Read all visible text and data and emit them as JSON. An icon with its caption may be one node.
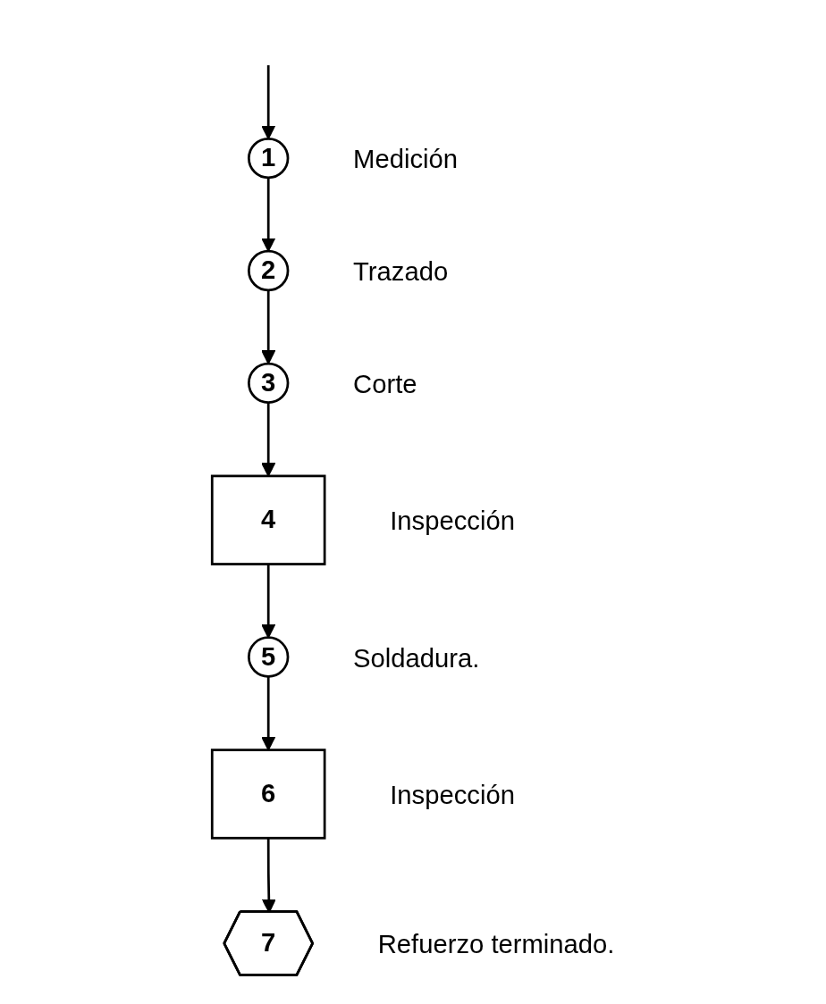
{
  "diagram": {
    "nodes": [
      {
        "text": [
          "1"
        ],
        "beside": [
          "Medición"
        ]
      },
      {
        "text": [
          "2"
        ],
        "beside": [
          "Trazado"
        ]
      },
      {
        "text": [
          "3"
        ],
        "beside": [
          "Corte"
        ]
      },
      {
        "text": [
          "4"
        ],
        "beside": [
          "Inspección"
        ]
      },
      {
        "text": [
          "5"
        ],
        "beside": [
          "Soldadura."
        ]
      },
      {
        "text": [
          "6"
        ],
        "beside": [
          "Inspección"
        ]
      },
      {
        "text": [
          "7"
        ],
        "beside": [
          "Refuerzo terminado."
        ]
      }
    ],
    "edges": [
      {
        "from": null,
        "to": 0,
        "arrow": "to"
      },
      {
        "from": 0,
        "to": 1,
        "arrow": "to"
      },
      {
        "from": 1,
        "to": 2,
        "arrow": "to"
      },
      {
        "from": 2,
        "to": 3,
        "arrow": "to"
      },
      {
        "from": 3,
        "to": 4,
        "arrow": "to"
      },
      {
        "from": 4,
        "to": 5,
        "arrow": "to"
      },
      {
        "from": 5,
        "to": 6,
        "arrow": "to"
      }
    ]
  }
}
